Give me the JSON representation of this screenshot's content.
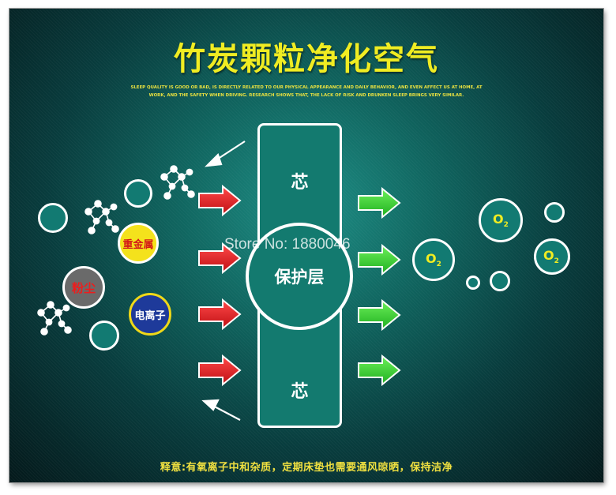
{
  "title": "竹炭颗粒净化空气",
  "subtitle": "SLEEP QUALITY IS GOOD OR BAD, IS DIRECTLY RELATED TO OUR PHYSICAL APPEARANCE AND DAILY BEHAVIOR, AND EVEN AFFECT US AT HOME, AT WORK, AND THE SAFETY WHEN DRIVING. RESEARCH SHOWS THAT, THE LACK OF RISK AND DRUNKEN SLEEP BRINGS VERY SIMILAR.",
  "core": {
    "top": "芯",
    "center": "保护层",
    "bottom": "芯"
  },
  "pollutants": {
    "heavy_metal": "重金属",
    "dust": "粉尘",
    "ion": "电离子"
  },
  "oxygen": {
    "symbol": "O",
    "sub": "2"
  },
  "footer": "释意:有氧离子中和杂质，定期床垫也需要通风晾晒，保持洁净",
  "watermark": "Store No: 1880046",
  "colors": {
    "title": "#f0ec22",
    "red_arrow": "#e8242a",
    "green_arrow": "#3ad62a",
    "heavy_metal_fill": "#f4e21c",
    "dust_fill": "#6a6a6a",
    "ion_fill": "#1e3a9a",
    "core_fill": "#137a6f"
  }
}
